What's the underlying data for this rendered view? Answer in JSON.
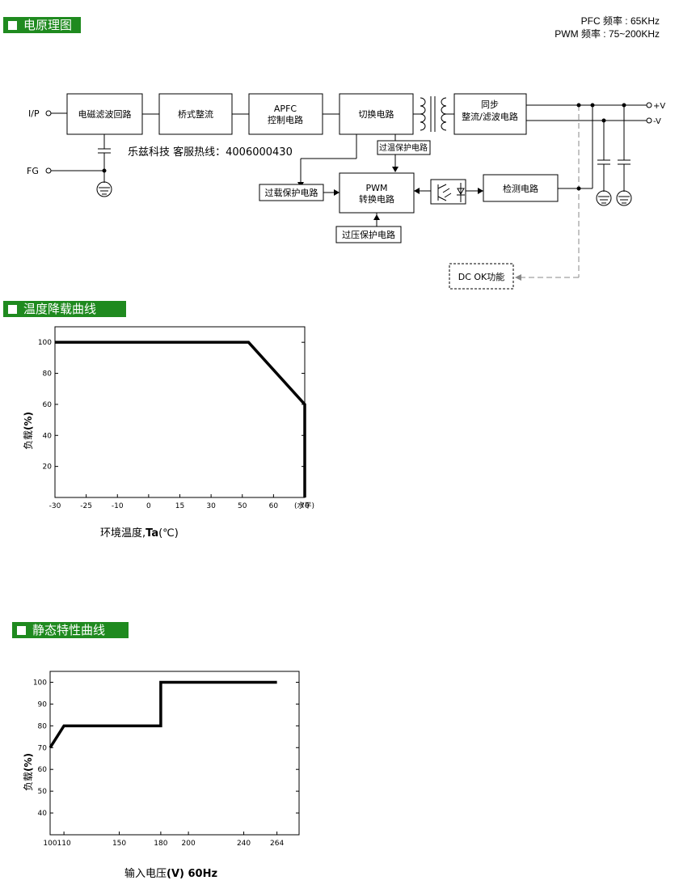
{
  "sections": {
    "circuit": "电原理图",
    "derating": "温度降载曲线",
    "static": "静态特性曲线"
  },
  "frequency": {
    "pfc": "PFC 频率 : 65KHz",
    "pwm": "PWM 频率 : 75~200KHz"
  },
  "hotline": "乐兹科技 客服热线：4006000430",
  "diagram": {
    "ip": "I/P",
    "fg": "FG",
    "emi": "电磁滤波回路",
    "bridge": "桥式整流",
    "apfc1": "APFC",
    "apfc2": "控制电路",
    "switch": "切换电路",
    "sync1": "同步",
    "sync2": "整流/滤波电路",
    "otp": "过温保护电路",
    "pwm1": "PWM",
    "pwm2": "转换电路",
    "olp": "过载保护电路",
    "ovp": "过压保护电路",
    "detect": "检测电路",
    "dcok": "DC OK功能",
    "vplus": "+V",
    "vminus": "-V"
  },
  "chart_data": [
    {
      "type": "line",
      "x": [
        -30,
        52,
        70,
        70
      ],
      "y": [
        100,
        100,
        60,
        0
      ],
      "xticks": [
        "-30",
        "-25",
        "-10",
        "0",
        "15",
        "30",
        "50",
        "60",
        "70"
      ],
      "xtick_unit": "(水平)",
      "yticks": [
        "20",
        "40",
        "60",
        "80",
        "100"
      ],
      "xlabel_prefix": "环境温度,",
      "xlabel_bold": "Ta",
      "xlabel_suffix": "(℃)",
      "ylabel_prefix": "负载",
      "ylabel_bold": "(%)",
      "ylim": [
        0,
        110
      ]
    },
    {
      "type": "line",
      "x": [
        100,
        110,
        180,
        180,
        264
      ],
      "y": [
        70,
        80,
        80,
        100,
        100
      ],
      "xticks": [
        "100",
        "110",
        "150",
        "180",
        "200",
        "240",
        "264"
      ],
      "yticks": [
        "40",
        "50",
        "60",
        "70",
        "80",
        "90",
        "100"
      ],
      "xlabel_prefix": "输入电压",
      "xlabel_bold": "(V) 60Hz",
      "ylabel_prefix": "负载",
      "ylabel_bold": "(%)",
      "ylim": [
        30,
        105
      ]
    }
  ]
}
